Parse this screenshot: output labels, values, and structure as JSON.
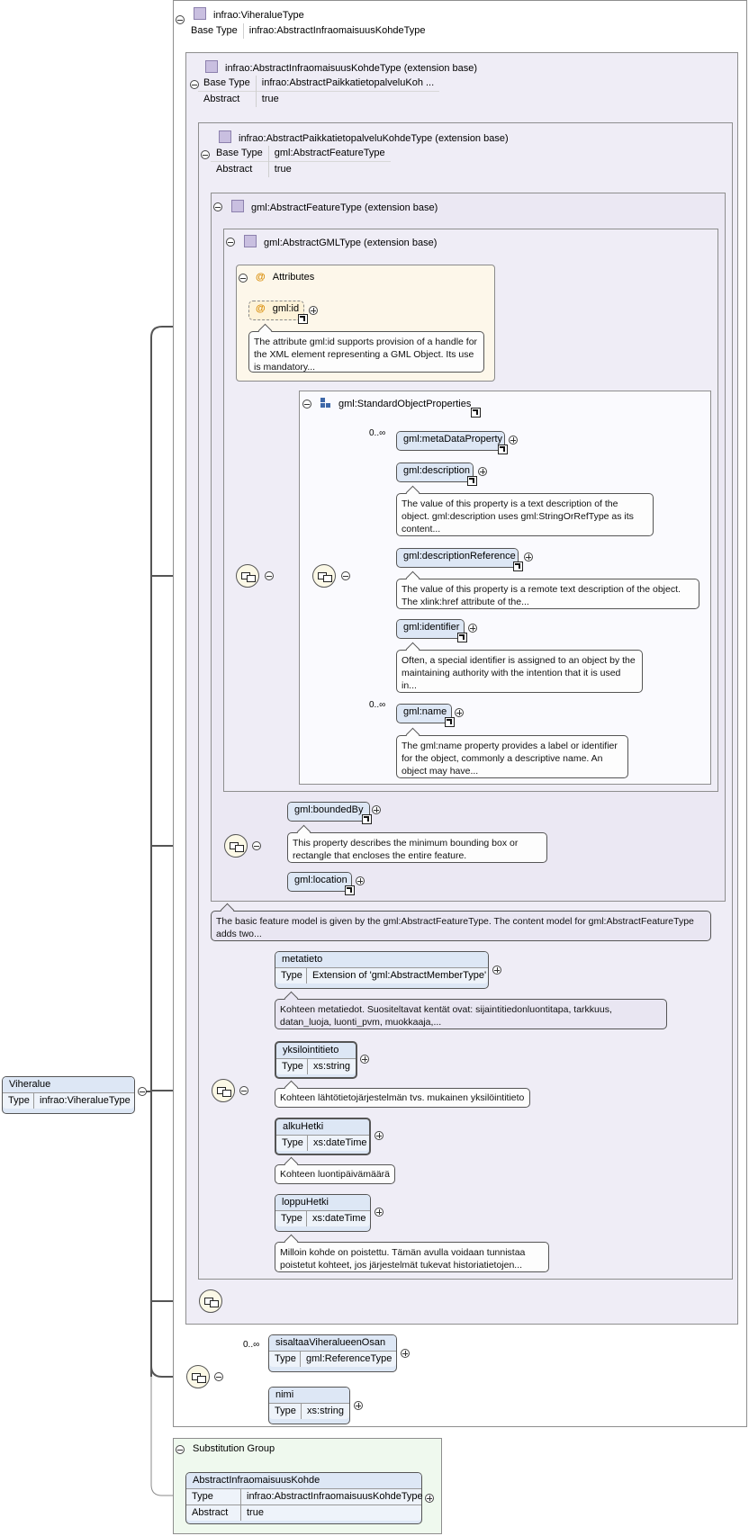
{
  "root": {
    "name": "Viheralue",
    "type_key": "Type",
    "type_val": "infrao:ViheralueType"
  },
  "viheraluetype": {
    "title": "infrao:ViheralueType",
    "base_key": "Base Type",
    "base_val": "infrao:AbstractInfraomaisuusKohdeType"
  },
  "abs_infra": {
    "title": "infrao:AbstractInfraomaisuusKohdeType (extension base)",
    "base_key": "Base Type",
    "base_val": "infrao:AbstractPaikkatietopalveluKoh ...",
    "abstract_key": "Abstract",
    "abstract_val": "true"
  },
  "abs_paikka": {
    "title": "infrao:AbstractPaikkatietopalveluKohdeType (extension base)",
    "base_key": "Base Type",
    "base_val": "gml:AbstractFeatureType",
    "abstract_key": "Abstract",
    "abstract_val": "true"
  },
  "abs_feature": {
    "title": "gml:AbstractFeatureType (extension base)",
    "doc": "The basic feature model is given by the gml:AbstractFeatureType. The content model for gml:AbstractFeatureType adds two..."
  },
  "abs_gml": {
    "title": "gml:AbstractGMLType (extension base)"
  },
  "attributes": {
    "title": "Attributes",
    "id_name": "gml:id",
    "id_doc": "The attribute gml:id supports provision of a handle for the XML element representing a GML Object. Its use is mandatory..."
  },
  "std_props": {
    "title": "gml:StandardObjectProperties",
    "meta": {
      "occ": "0..∞",
      "name": "gml:metaDataProperty"
    },
    "description": {
      "name": "gml:description",
      "doc": "The value of this property is a text description of the object. gml:description uses gml:StringOrRefType as its content..."
    },
    "descref": {
      "name": "gml:descriptionReference",
      "doc": "The value of this property is a remote text description of the object. The xlink:href attribute of the..."
    },
    "identifier": {
      "name": "gml:identifier",
      "doc": "Often, a special identifier is assigned to an object by the maintaining authority with the intention that it is used in..."
    },
    "name": {
      "occ": "0..∞",
      "name": "gml:name",
      "doc": "The gml:name property provides a label or identifier for the object, commonly a descriptive name. An object may have..."
    }
  },
  "bounded": {
    "name": "gml:boundedBy",
    "doc": "This property describes the minimum bounding box or rectangle that encloses the entire feature.",
    "location": "gml:location"
  },
  "paikka_seq": {
    "metatieto": {
      "name": "metatieto",
      "type_key": "Type",
      "type_val": "Extension of 'gml:AbstractMemberType'",
      "doc": "Kohteen metatiedot. Suositeltavat kentät ovat: sijaintitiedonluontitapa, tarkkuus, datan_luoja, luonti_pvm, muokkaaja,..."
    },
    "yksilointitieto": {
      "name": "yksilointitieto",
      "type_key": "Type",
      "type_val": "xs:string",
      "doc": "Kohteen lähtötietojärjestelmän tvs. mukainen yksilöintitieto"
    },
    "alkuhetki": {
      "name": "alkuHetki",
      "type_key": "Type",
      "type_val": "xs:dateTime",
      "doc": "Kohteen luontipäivämäärä"
    },
    "loppuhetki": {
      "name": "loppuHetki",
      "type_key": "Type",
      "type_val": "xs:dateTime",
      "doc": "Milloin kohde on poistettu. Tämän avulla voidaan tunnistaa poistetut kohteet, jos järjestelmät tukevat historiatietojen..."
    }
  },
  "vihera_seq": {
    "sisaltaa": {
      "occ": "0..∞",
      "name": "sisaltaaViheralueenOsan",
      "type_key": "Type",
      "type_val": "gml:ReferenceType"
    },
    "nimi": {
      "name": "nimi",
      "type_key": "Type",
      "type_val": "xs:string"
    }
  },
  "subst": {
    "title": "Substitution Group",
    "name": "AbstractInfraomaisuusKohde",
    "type_key": "Type",
    "type_val": "infrao:AbstractInfraomaisuusKohdeType",
    "abstract_key": "Abstract",
    "abstract_val": "true"
  }
}
